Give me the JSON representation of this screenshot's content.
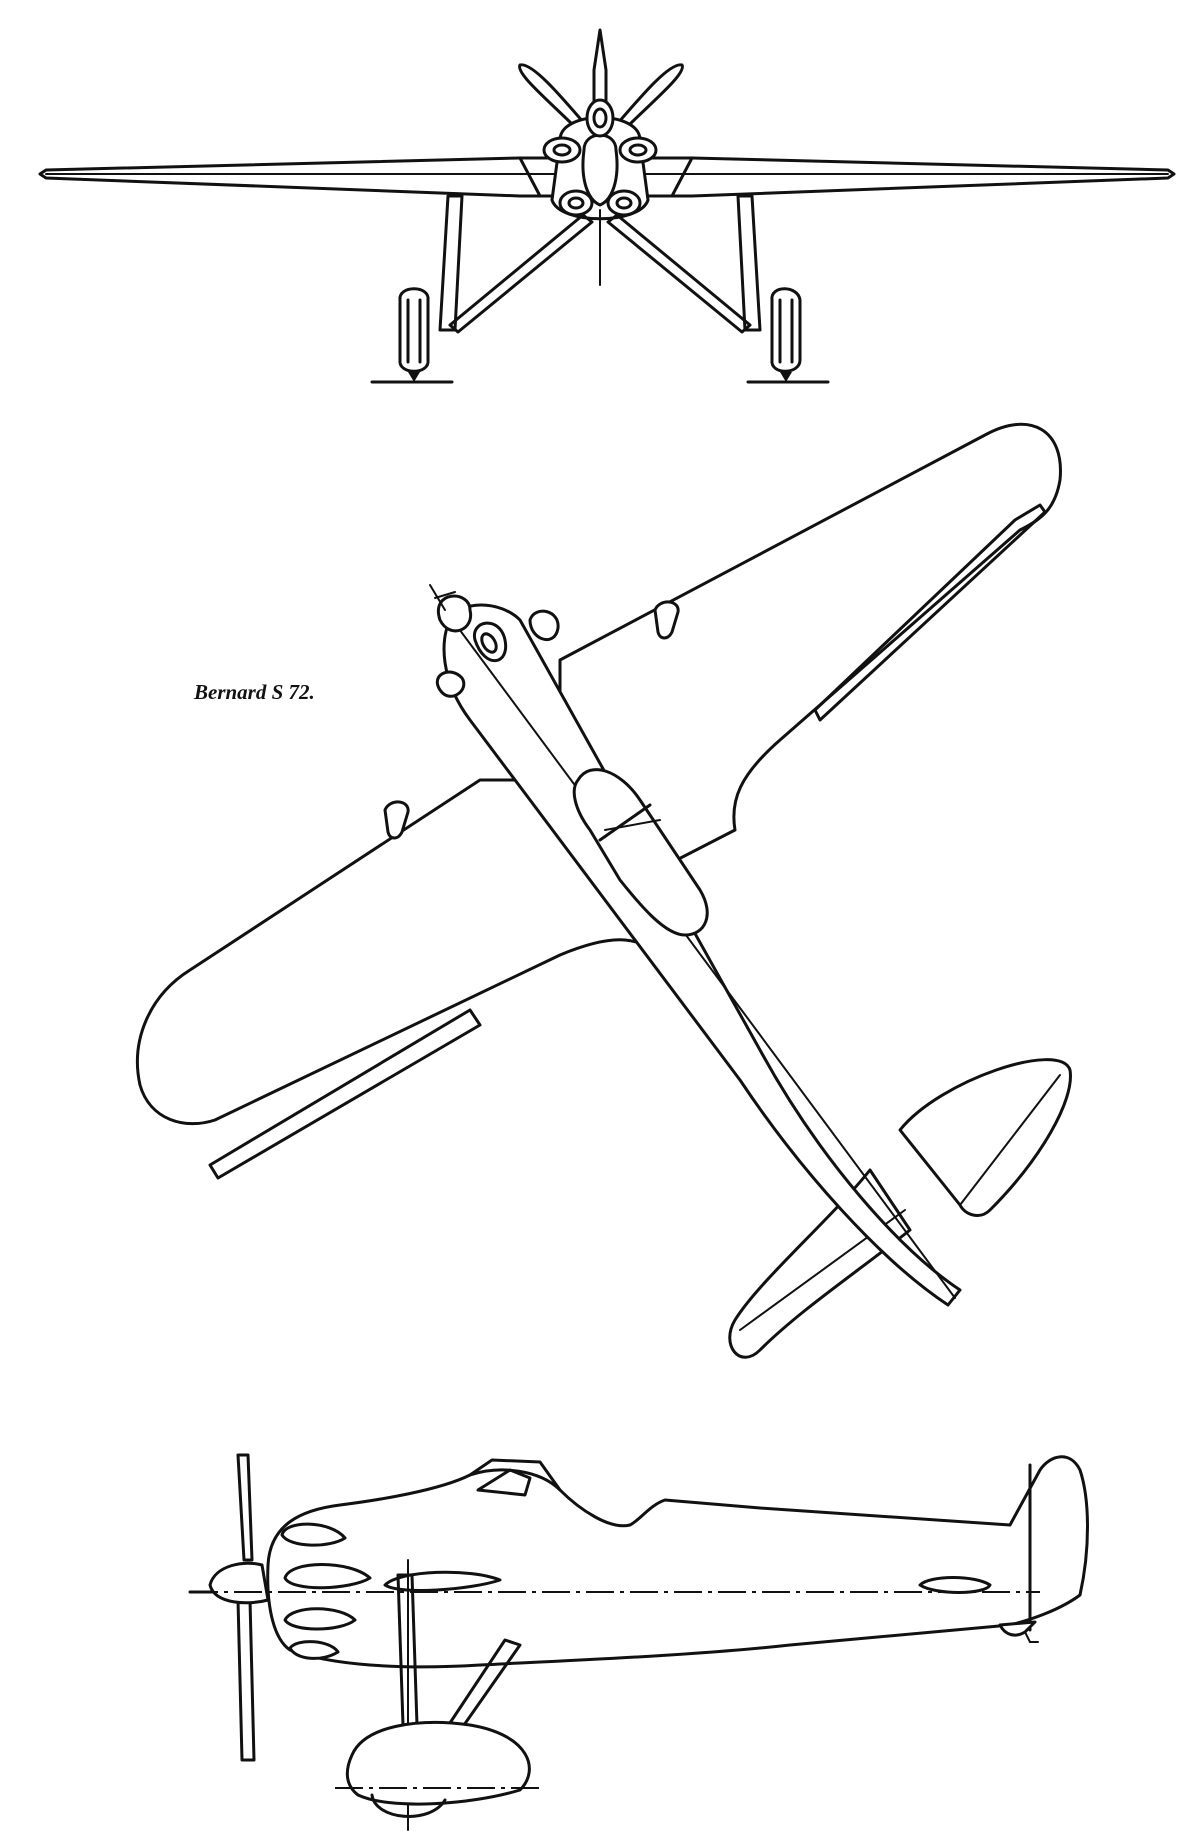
{
  "caption": {
    "text": "Bernard S 72."
  },
  "views": [
    "front",
    "top",
    "side"
  ]
}
